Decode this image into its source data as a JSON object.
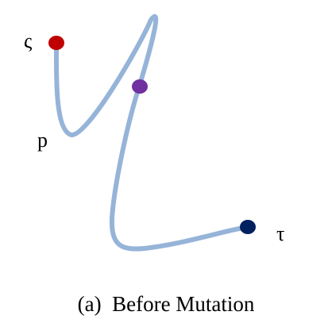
{
  "diagram": {
    "labels": {
      "start": "ς",
      "mid": "p",
      "end": "τ"
    },
    "caption": "(a)  Before Mutation",
    "colors": {
      "path": "#96b4d8",
      "start_point": "#c00000",
      "mid_point": "#7030a0",
      "end_point": "#002060"
    }
  }
}
